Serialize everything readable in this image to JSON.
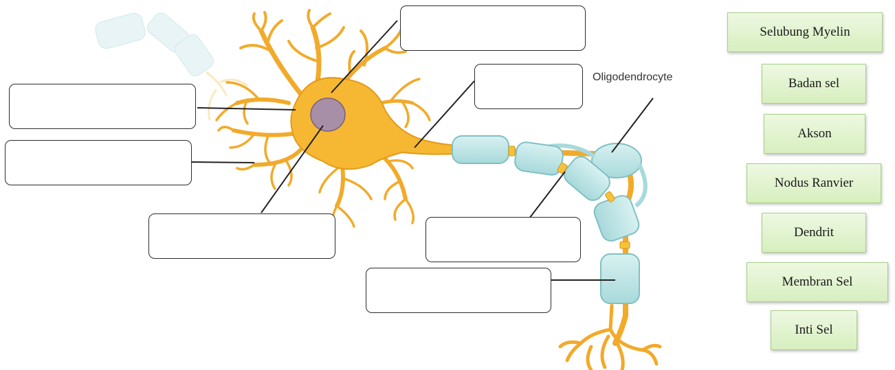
{
  "diagram": {
    "oligodendrocyte_label": "Oligodendrocyte"
  },
  "answer_boxes": [
    "",
    "",
    "",
    "",
    "",
    "",
    ""
  ],
  "word_bank": [
    "Selubung Myelin",
    "Badan sel",
    "Akson",
    "Nodus Ranvier",
    "Dendrit",
    "Membran Sel",
    "Inti Sel"
  ],
  "colors": {
    "neuron_body": "#f6b733",
    "neuron_outline": "#e39a1a",
    "nucleus": "#a88fa8",
    "myelin": "#bfe6e6",
    "myelin_edge": "#7fc0c3",
    "chip_fill": "#dcf0c6",
    "chip_border": "#a9cf8a"
  }
}
